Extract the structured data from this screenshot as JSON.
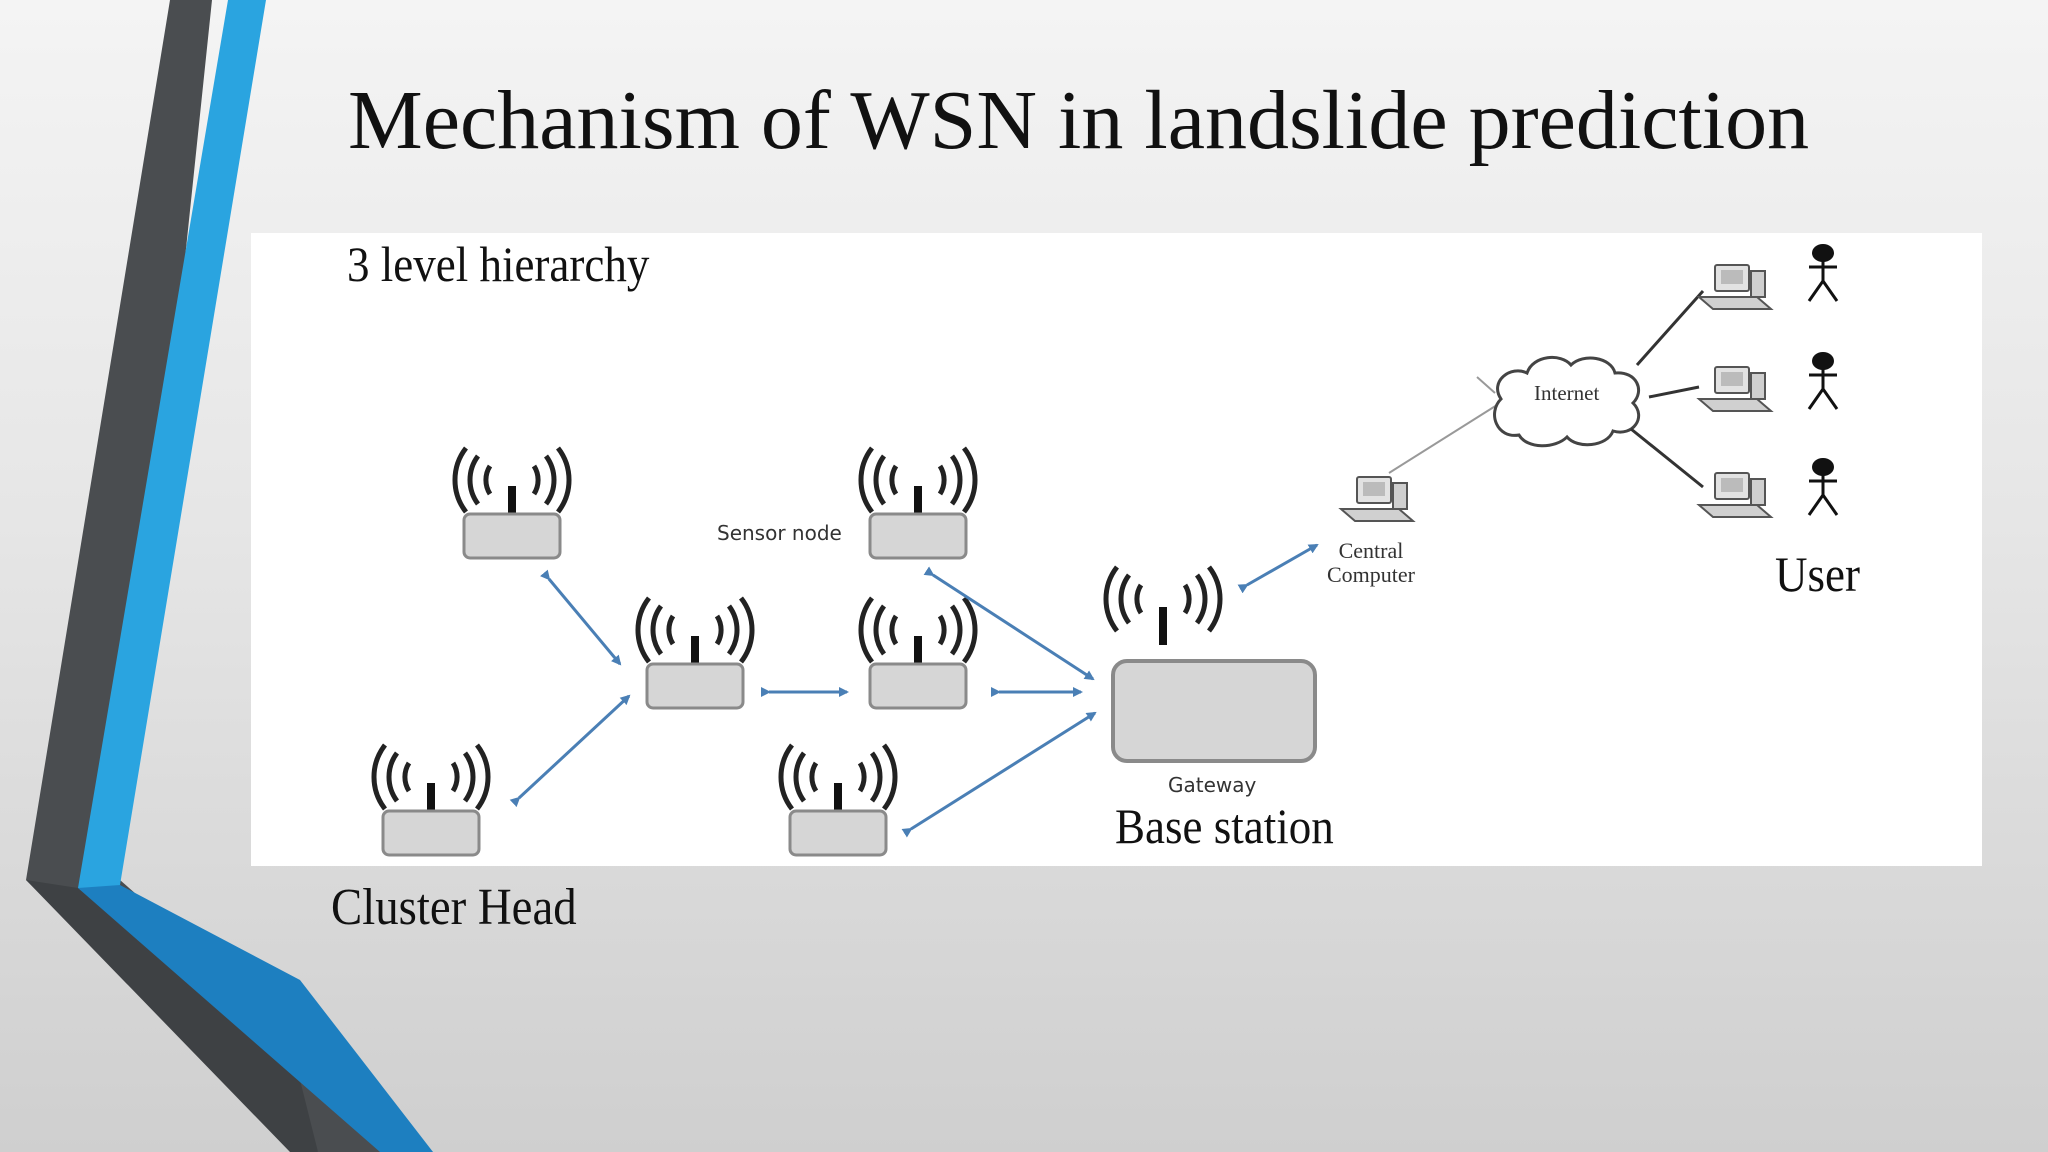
{
  "slide": {
    "title": "Mechanism of WSN in landslide prediction"
  },
  "diagram": {
    "hierarchy_label": "3 level hierarchy",
    "sensor_node_label": "Sensor node",
    "gateway_label": "Gateway",
    "base_station_label": "Base station",
    "central_computer_label_line1": "Central",
    "central_computer_label_line2": "Computer",
    "internet_label": "Internet",
    "user_label": "User"
  },
  "caption": {
    "cluster_head": "Cluster Head"
  },
  "colors": {
    "accent_blue": "#2aa4e0",
    "dark_gray": "#4a4d50",
    "arrow_blue": "#4a7fb5",
    "node_fill": "#d6d6d6"
  }
}
